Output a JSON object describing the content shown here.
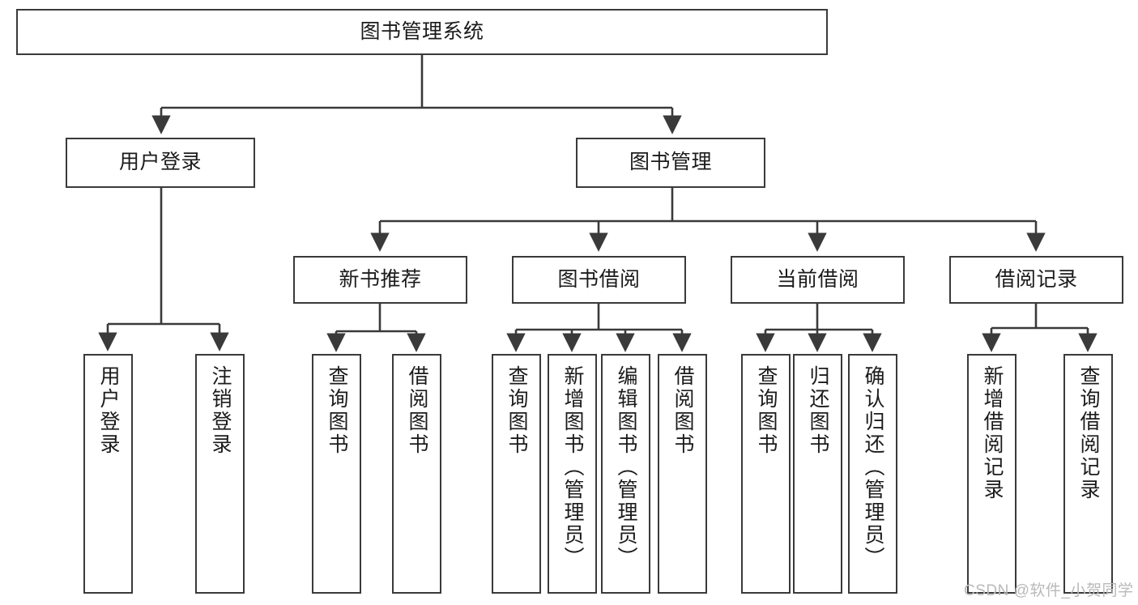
{
  "diagram": {
    "type": "tree-hierarchy-diagram",
    "title": "图书管理系统",
    "colors": {
      "box_border": "#3a3a3a",
      "box_fill": "#ffffff",
      "edge": "#3a3a3a",
      "text": "#1b1b1b",
      "watermark": "#b9b9b9",
      "background": "#ffffff"
    },
    "levels": [
      {
        "level": 1,
        "nodes": [
          {
            "id": "root",
            "label": "图书管理系统",
            "orientation": "horizontal"
          }
        ]
      },
      {
        "level": 2,
        "nodes": [
          {
            "id": "user-login",
            "label": "用户登录",
            "orientation": "horizontal"
          },
          {
            "id": "book-manage",
            "label": "图书管理",
            "orientation": "horizontal"
          }
        ]
      },
      {
        "level": 3,
        "nodes": [
          {
            "id": "new-book-rec",
            "label": "新书推荐",
            "orientation": "horizontal"
          },
          {
            "id": "book-borrow",
            "label": "图书借阅",
            "orientation": "horizontal"
          },
          {
            "id": "current-borrow",
            "label": "当前借阅",
            "orientation": "horizontal"
          },
          {
            "id": "borrow-record",
            "label": "借阅记录",
            "orientation": "horizontal"
          }
        ]
      },
      {
        "level": 4,
        "nodes": [
          {
            "id": "leaf-user-login",
            "label": "用户登录",
            "orientation": "vertical",
            "parent": "user-login"
          },
          {
            "id": "leaf-logout",
            "label": "注销登录",
            "orientation": "vertical",
            "parent": "user-login"
          },
          {
            "id": "leaf-query-book-1",
            "label": "查询图书",
            "orientation": "vertical",
            "parent": "new-book-rec"
          },
          {
            "id": "leaf-borrow-book-1",
            "label": "借阅图书",
            "orientation": "vertical",
            "parent": "new-book-rec"
          },
          {
            "id": "leaf-query-book-2",
            "label": "查询图书",
            "orientation": "vertical",
            "parent": "book-borrow"
          },
          {
            "id": "leaf-add-book",
            "label": "新增图书（管理员）",
            "orientation": "vertical",
            "parent": "book-borrow"
          },
          {
            "id": "leaf-edit-book",
            "label": "编辑图书（管理员）",
            "orientation": "vertical",
            "parent": "book-borrow"
          },
          {
            "id": "leaf-borrow-book-2",
            "label": "借阅图书",
            "orientation": "vertical",
            "parent": "book-borrow"
          },
          {
            "id": "leaf-query-book-3",
            "label": "查询图书",
            "orientation": "vertical",
            "parent": "current-borrow"
          },
          {
            "id": "leaf-return-book",
            "label": "归还图书",
            "orientation": "vertical",
            "parent": "current-borrow"
          },
          {
            "id": "leaf-confirm-return",
            "label": "确认归还（管理员）",
            "orientation": "vertical",
            "parent": "current-borrow"
          },
          {
            "id": "leaf-add-record",
            "label": "新增借阅记录",
            "orientation": "vertical",
            "parent": "borrow-record"
          },
          {
            "id": "leaf-query-record",
            "label": "查询借阅记录",
            "orientation": "vertical",
            "parent": "borrow-record"
          }
        ]
      }
    ]
  },
  "watermark": {
    "text": "CSDN @软件_小贺同学"
  }
}
